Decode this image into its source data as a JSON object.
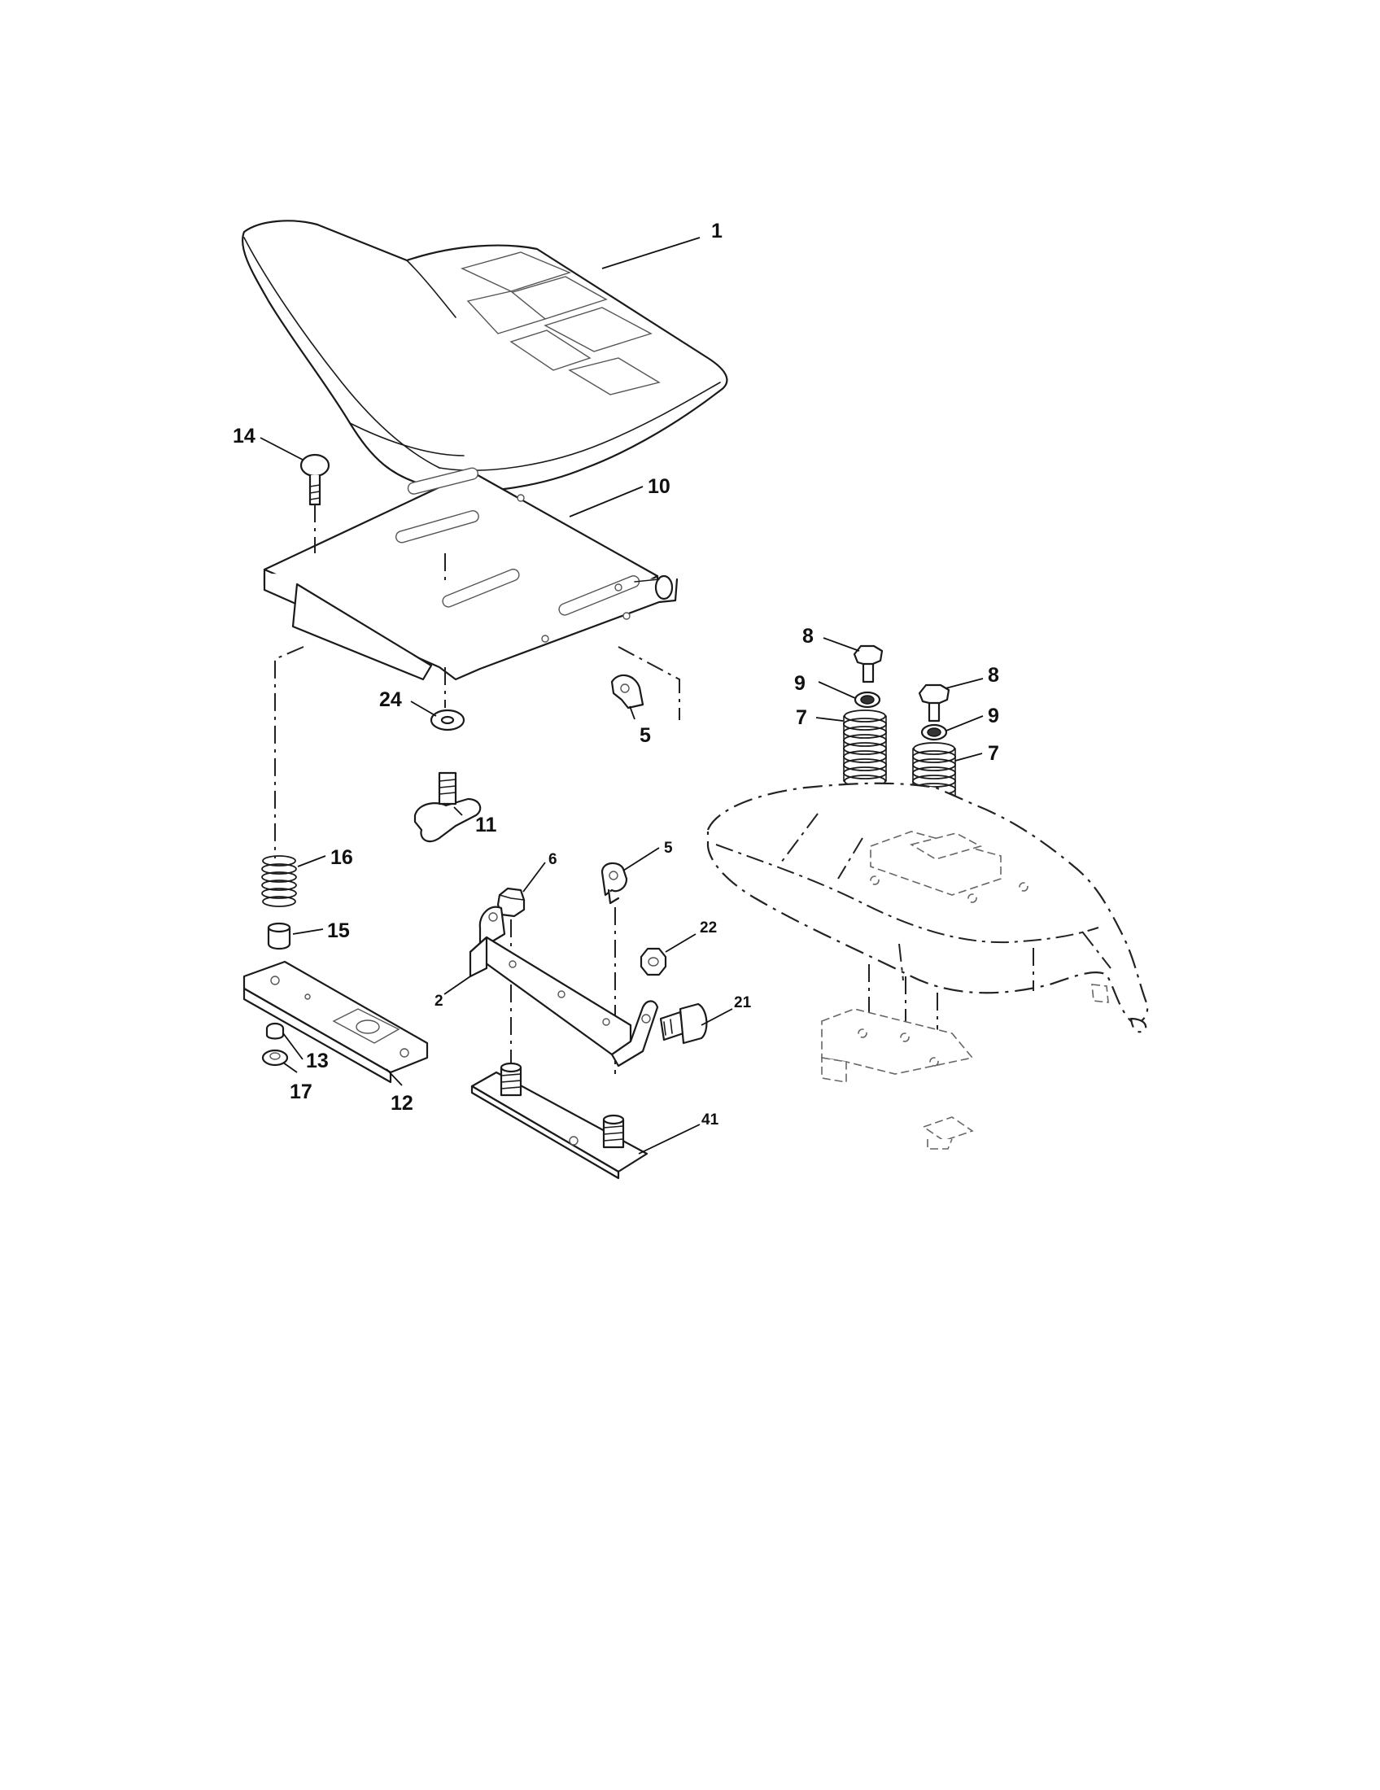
{
  "diagram": {
    "callouts": [
      {
        "id": "c1",
        "text": "1"
      },
      {
        "id": "c14",
        "text": "14"
      },
      {
        "id": "c10",
        "text": "10"
      },
      {
        "id": "c24",
        "text": "24"
      },
      {
        "id": "c5a",
        "text": "5"
      },
      {
        "id": "c11",
        "text": "11"
      },
      {
        "id": "c16",
        "text": "16"
      },
      {
        "id": "c15",
        "text": "15"
      },
      {
        "id": "c13",
        "text": "13"
      },
      {
        "id": "c17",
        "text": "17"
      },
      {
        "id": "c12",
        "text": "12"
      },
      {
        "id": "c6",
        "text": "6"
      },
      {
        "id": "c5b",
        "text": "5"
      },
      {
        "id": "c22",
        "text": "22"
      },
      {
        "id": "c2",
        "text": "2"
      },
      {
        "id": "c21",
        "text": "21"
      },
      {
        "id": "c41",
        "text": "41"
      },
      {
        "id": "c8a",
        "text": "8"
      },
      {
        "id": "c9a",
        "text": "9"
      },
      {
        "id": "c7a",
        "text": "7"
      },
      {
        "id": "c8b",
        "text": "8"
      },
      {
        "id": "c9b",
        "text": "9"
      },
      {
        "id": "c7b",
        "text": "7"
      }
    ]
  },
  "colors": {
    "line": "#1a1a1a",
    "background": "#ffffff"
  }
}
